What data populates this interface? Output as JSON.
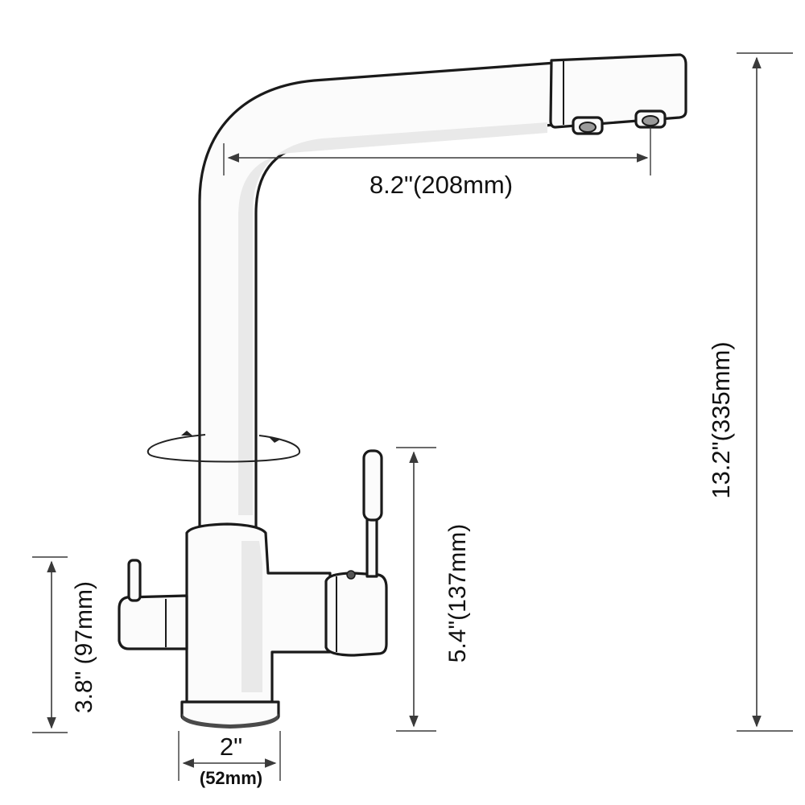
{
  "figure": {
    "subject": "faucet-dimension-drawing",
    "colors": {
      "line": "#1a1a1a",
      "background": "#ffffff",
      "accent_line": "#c08a2a"
    },
    "dimensions": {
      "spout_reach": "8.2\"(208mm)",
      "total_height": "13.2\"(335mm)",
      "handle_height": "5.4\"(137mm)",
      "outlet_height": "3.8\" (97mm)",
      "base_width_in": "2\"",
      "base_width_mm": "(52mm)"
    },
    "icons": {
      "rotation": "swivel-rotation-icon"
    }
  }
}
